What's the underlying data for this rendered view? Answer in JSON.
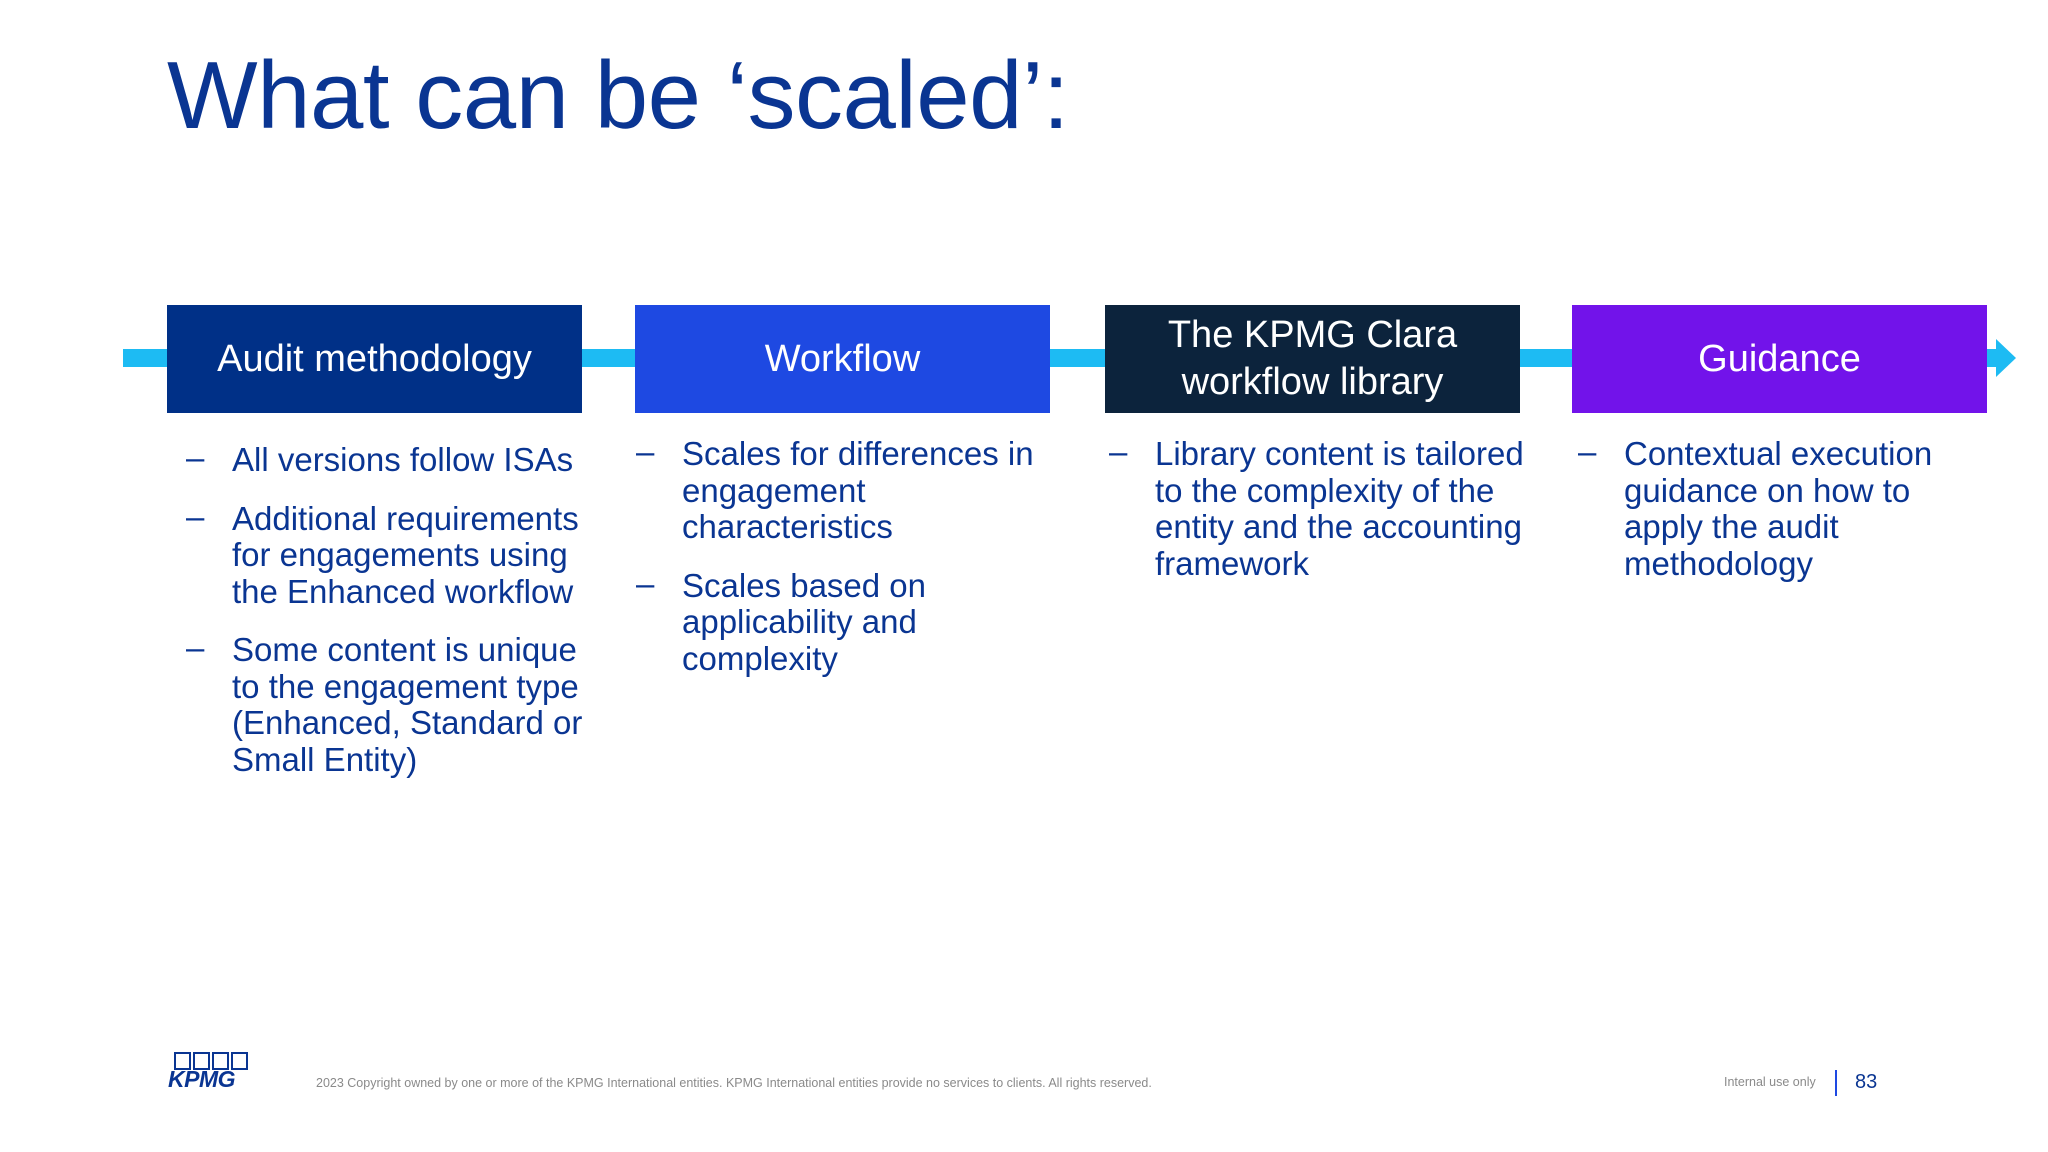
{
  "slide": {
    "title": "What can be ‘scaled’:"
  },
  "columns": [
    {
      "header": "Audit methodology",
      "color": "#003087",
      "bullets": [
        "All versions follow ISAs",
        "Additional requirements for engagements using the Enhanced workflow",
        "Some content is unique to the engagement type (Enhanced, Standard or Small Entity)"
      ]
    },
    {
      "header": "Workflow",
      "color": "#1e49e2",
      "bullets": [
        "Scales for differences in engagement characteristics",
        "Scales based on applicability and complexity"
      ]
    },
    {
      "header": "The KPMG Clara workflow library",
      "color": "#0c233c",
      "bullets": [
        "Library content is tailored to the complexity of the entity and the accounting framework"
      ]
    },
    {
      "header": "Guidance",
      "color": "#7213ea",
      "bullets": [
        "Contextual execution guidance on how to apply the audit methodology"
      ]
    }
  ],
  "bullet_marker": "–",
  "arrow_color": "#1dbbf3",
  "footer": {
    "logo_text": "KPMG",
    "copyright": "2023 Copyright owned by one or more of the KPMG International entities. KPMG International entities provide no services to clients. All rights reserved.",
    "classification": "Internal use only",
    "page_number": "83"
  }
}
